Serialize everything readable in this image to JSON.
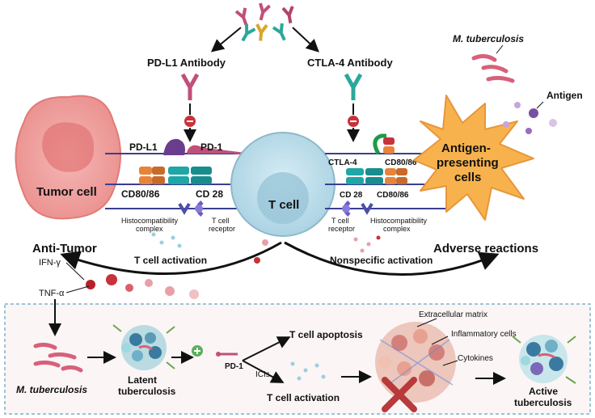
{
  "top": {
    "pdl1_antibody": "PD-L1 Antibody",
    "ctla4_antibody": "CTLA-4 Antibody"
  },
  "left": {
    "tumor_cell": "Tumor cell",
    "pd_l1": "PD-L1",
    "pd_1": "PD-1",
    "cd80_86": "CD80/86",
    "cd28": "CD 28",
    "histo_line1": "Histocompatibility",
    "histo_line2": "complex",
    "tcr_line1": "T cell",
    "tcr_line2": "receptor"
  },
  "center": {
    "t_cell": "T cell"
  },
  "right": {
    "m_tuberculosis": "M. tuberculosis",
    "antigen": "Antigen",
    "apc_line1": "Antigen-",
    "apc_line2": "presenting",
    "apc_line3": "cells",
    "ctla4": "CTLA-4",
    "cd80_86_top": "CD80/86",
    "cd28": "CD 28",
    "cd80_86": "CD80/86",
    "tcr_line1": "T cell",
    "tcr_line2": "receptor",
    "histo_line1": "Histocompatibility",
    "histo_line2": "complex"
  },
  "middle": {
    "anti_tumor": "Anti-Tumor",
    "adverse_reactions": "Adverse reactions",
    "t_cell_activation": "T cell activation",
    "nonspecific_activation": "Nonspecific activation",
    "ifn": "IFN-γ",
    "tnf": "TNF-α"
  },
  "bottom": {
    "m_tuberculosis": "M. tuberculosis",
    "latent_line1": "Latent",
    "latent_line2": "tuberculosis",
    "pd1": "PD-1",
    "icis": "ICIs",
    "t_cell_apoptosis": "T cell apoptosis",
    "t_cell_activation": "T cell activation",
    "extracellular_matrix": "Extracellular matrix",
    "inflammatory_cells": "Inflammatory cells",
    "cytokines": "Cytokines",
    "active_line1": "Active",
    "active_line2": "tuberculosis"
  },
  "colors": {
    "tumor": "#f0a0a0",
    "tcell": "#b9dbe8",
    "apc": "#f7b24d",
    "teal": "#1fa6a6",
    "orange_receptor": "#e7843a",
    "purple": "#6a3d8f",
    "pink_bacteria": "#d9607a",
    "box_border": "#7fb3c8",
    "box_fill": "#fbf5f6"
  }
}
